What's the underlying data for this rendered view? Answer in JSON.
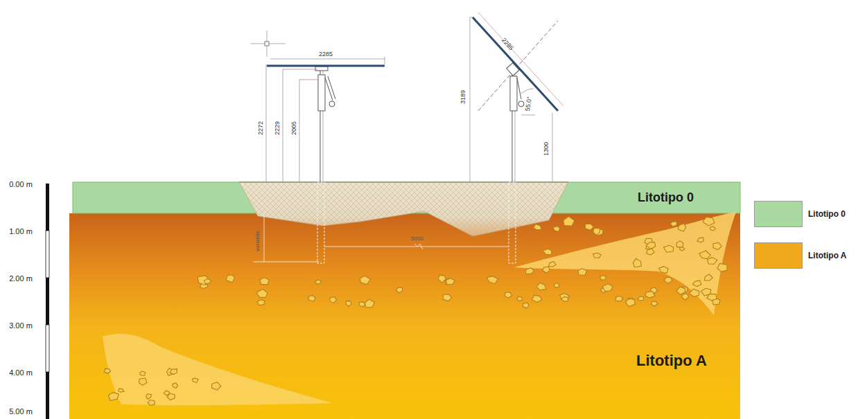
{
  "diagram": {
    "nodes": [
      {
        "text": [
          "Litotipo 0"
        ]
      },
      {
        "text": [
          "Litotipo A"
        ]
      }
    ],
    "labels": [
      "2285",
      "2272",
      "2229",
      "2005",
      "3189",
      "2285",
      "55.0°",
      "1300",
      "variabile",
      "5000",
      "0.00 m",
      "1.00 m",
      "2.00 m",
      "3.00 m",
      "4.00 m",
      "5.00 m"
    ],
    "legend": [
      {
        "text": "Litotipo 0",
        "color": "#a9d9a0"
      },
      {
        "text": "Litotipo A",
        "color": "#f2a81d"
      }
    ]
  }
}
